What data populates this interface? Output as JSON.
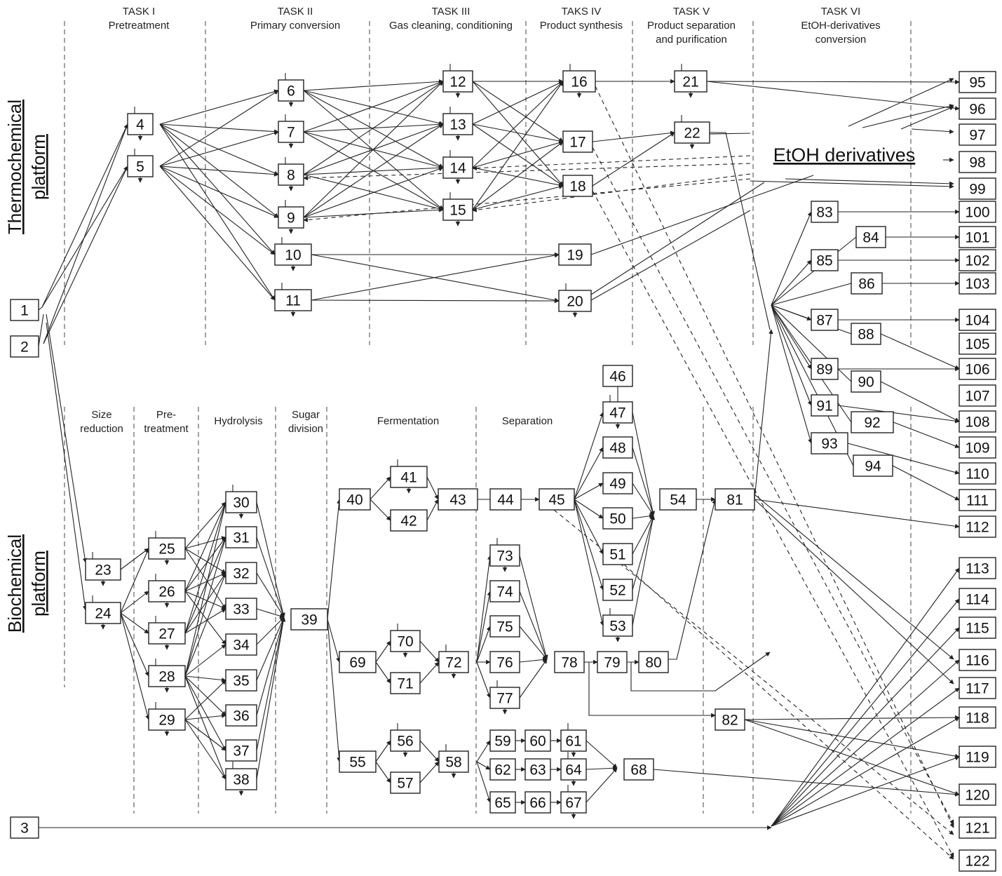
{
  "platforms": {
    "thermochemical": [
      "Thermochemical",
      "platform"
    ],
    "biochemical": [
      "Biochemical",
      "platform"
    ]
  },
  "tasks": [
    {
      "id": "task-1",
      "lines": [
        "TASK I",
        "Pretreatment"
      ]
    },
    {
      "id": "task-2",
      "lines": [
        "TASK II",
        "Primary conversion"
      ]
    },
    {
      "id": "task-3",
      "lines": [
        "TASK III",
        "Gas cleaning, conditioning"
      ]
    },
    {
      "id": "task-4",
      "lines": [
        "TAKS IV",
        "Product synthesis"
      ]
    },
    {
      "id": "task-5",
      "lines": [
        "TASK V",
        "Product separation",
        "and purification"
      ]
    },
    {
      "id": "task-6",
      "lines": [
        "TASK VI",
        "EtOH-derivatives",
        "conversion"
      ]
    }
  ],
  "bio_stages": [
    {
      "id": "size-reduction",
      "lines": [
        "Size",
        "reduction"
      ]
    },
    {
      "id": "pretreatment",
      "lines": [
        "Pre-",
        "treatment"
      ]
    },
    {
      "id": "hydrolysis",
      "lines": [
        "Hydrolysis"
      ]
    },
    {
      "id": "sugar-division",
      "lines": [
        "Sugar",
        "division"
      ]
    },
    {
      "id": "fermentation",
      "lines": [
        "Fermentation"
      ]
    },
    {
      "id": "separation",
      "lines": [
        "Separation"
      ]
    }
  ],
  "etoh_label": "EtOH derivatives",
  "nodes": [
    "1",
    "2",
    "3",
    "4",
    "5",
    "6",
    "7",
    "8",
    "9",
    "10",
    "11",
    "12",
    "13",
    "14",
    "15",
    "16",
    "17",
    "18",
    "19",
    "20",
    "21",
    "22",
    "23",
    "24",
    "25",
    "26",
    "27",
    "28",
    "29",
    "30",
    "31",
    "32",
    "33",
    "34",
    "35",
    "36",
    "37",
    "38",
    "39",
    "40",
    "41",
    "42",
    "43",
    "44",
    "45",
    "46",
    "47",
    "48",
    "49",
    "50",
    "51",
    "52",
    "53",
    "54",
    "55",
    "56",
    "57",
    "58",
    "59",
    "60",
    "61",
    "62",
    "63",
    "64",
    "65",
    "66",
    "67",
    "68",
    "69",
    "70",
    "71",
    "72",
    "73",
    "74",
    "75",
    "76",
    "77",
    "78",
    "79",
    "80",
    "81",
    "82",
    "83",
    "84",
    "85",
    "86",
    "87",
    "88",
    "89",
    "90",
    "91",
    "92",
    "93",
    "94",
    "95",
    "96",
    "97",
    "98",
    "99",
    "100",
    "101",
    "102",
    "103",
    "104",
    "105",
    "106",
    "107",
    "108",
    "109",
    "110",
    "111",
    "112",
    "113",
    "114",
    "115",
    "116",
    "117",
    "118",
    "119",
    "120",
    "121",
    "122"
  ]
}
